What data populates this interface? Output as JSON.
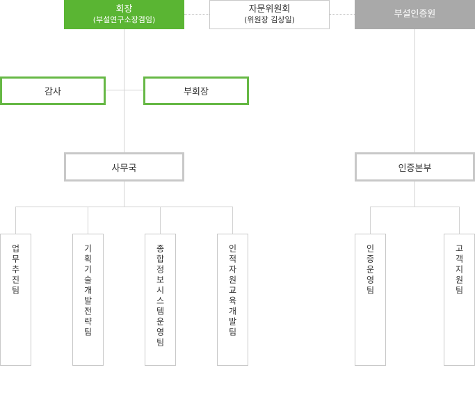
{
  "chairman": {
    "title": "회장",
    "subtitle": "(부설연구소장겸임)"
  },
  "advisory": {
    "title": "자문위원회",
    "subtitle": "(위원장 김상일)"
  },
  "institute": {
    "title": "부설인증원"
  },
  "audit": {
    "label": "감사"
  },
  "vice_chairman": {
    "label": "부회장"
  },
  "secretariat": {
    "label": "사무국"
  },
  "cert_hq": {
    "label": "인증본부"
  },
  "teams": [
    {
      "label": "업무추진팀"
    },
    {
      "label": "기획기술개발전략팀"
    },
    {
      "label": "종합정보시스템운영팀"
    },
    {
      "label": "인적자원교육개발팀"
    }
  ],
  "cert_teams": [
    {
      "label": "인증운영팀"
    },
    {
      "label": "고객지원팀"
    }
  ],
  "colors": {
    "green": "#5ab533",
    "gray": "#a9a9a9",
    "line": "#d2d2d2"
  }
}
